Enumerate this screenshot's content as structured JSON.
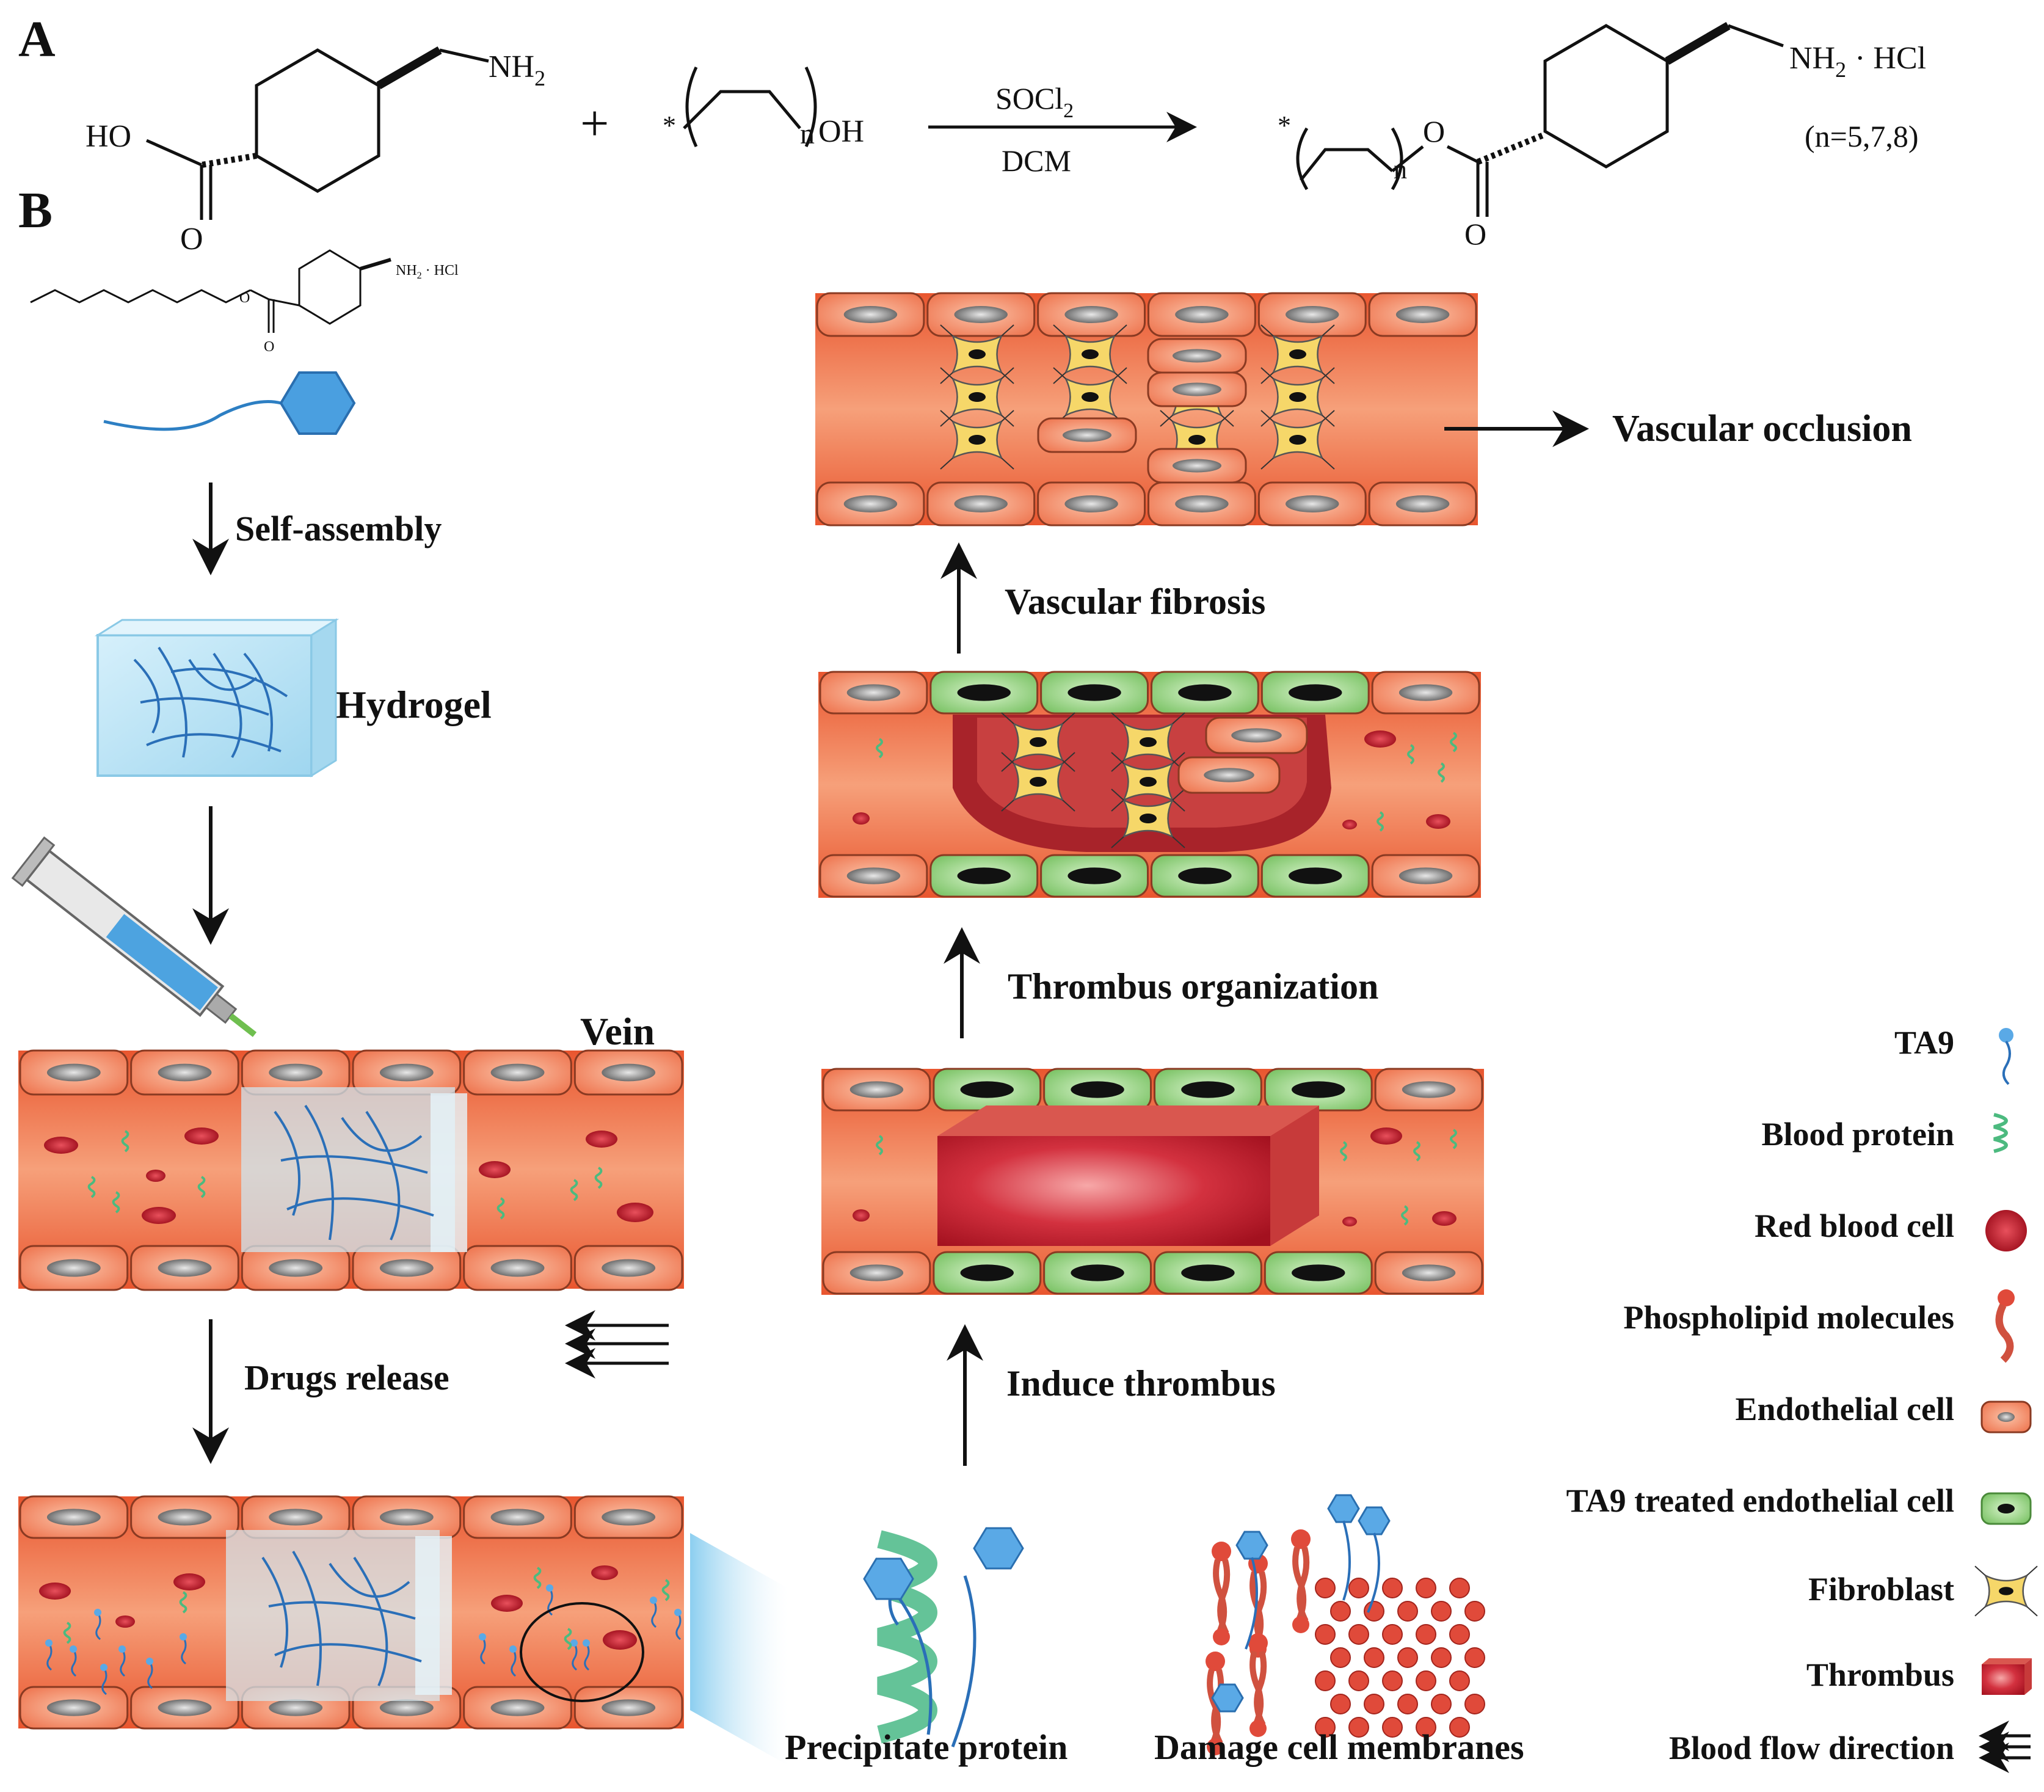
{
  "panels": {
    "a": "A",
    "b": "B"
  },
  "scheme": {
    "reagent_top": "SOCl",
    "reagent_top_sub": "2",
    "reagent_bottom": "DCM",
    "plus": "+",
    "nh2": "NH",
    "nh2_sub": "2",
    "hcl": "· HCl",
    "ho": "HO",
    "oh": "OH",
    "o": "O",
    "n": "n",
    "star": "*",
    "range": "(n=5,7,8)",
    "small_nh2": "NH",
    "small_nh2_sub": "2",
    "small_hcl": "· HCl",
    "small_o": "O"
  },
  "steps": {
    "self_assembly": "Self-assembly",
    "hydrogel": "Hydrogel",
    "vein": "Vein",
    "drugs_release": "Drugs release",
    "precipitate_protein": "Precipitate protein",
    "damage_membranes": "Damage cell membranes",
    "induce_thrombus": "Induce thrombus",
    "thrombus_organization": "Thrombus organization",
    "vascular_fibrosis": "Vascular fibrosis",
    "vascular_occlusion": "Vascular occlusion"
  },
  "legend": [
    {
      "label": "TA9",
      "icon": "ta9-icon"
    },
    {
      "label": "Blood protein",
      "icon": "blood-protein-icon"
    },
    {
      "label": "Red blood cell",
      "icon": "red-blood-cell-icon"
    },
    {
      "label": "Phospholipid molecules",
      "icon": "phospholipid-icon"
    },
    {
      "label": "Endothelial cell",
      "icon": "endothelial-cell-icon"
    },
    {
      "label": "TA9 treated endothelial cell",
      "icon": "treated-endothelial-cell-icon"
    },
    {
      "label": "Fibroblast",
      "icon": "fibroblast-icon"
    },
    {
      "label": "Thrombus",
      "icon": "thrombus-icon"
    },
    {
      "label": "Blood flow direction",
      "icon": "blood-flow-icon"
    }
  ],
  "colors": {
    "vessel": "#ef7a50",
    "endothelial": "#f28a6a",
    "treated": "#8fcf7a",
    "rbc": "#c8102e",
    "thrombus": "#b81c2a",
    "hydrogel": "#bfe4f5",
    "fibroblast": "#f6d769"
  }
}
